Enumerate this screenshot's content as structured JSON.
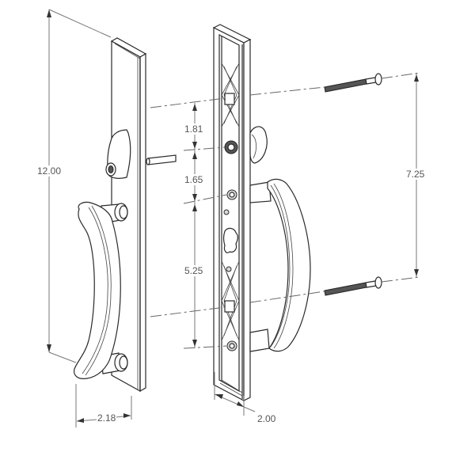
{
  "diagram": {
    "type": "technical-drawing",
    "subject": "exploded isometric view of door handle set (exterior handle plate with keyed lock, interior plate with thumb turn, and mounting screws)",
    "colors": {
      "line": "#2a2a2a",
      "dimension": "#777777",
      "label_text": "#555555",
      "background": "#ffffff"
    },
    "components": [
      {
        "id": "exterior-plate",
        "label": "exterior escutcheon plate"
      },
      {
        "id": "key-cylinder",
        "label": "keyed lock cylinder"
      },
      {
        "id": "exterior-handle",
        "label": "exterior curved pull handle"
      },
      {
        "id": "spindle",
        "label": "tailpiece spindle"
      },
      {
        "id": "interior-plate",
        "label": "interior mounting plate"
      },
      {
        "id": "thumb-turn",
        "label": "thumb turn knob"
      },
      {
        "id": "interior-handle",
        "label": "interior curved pull handle"
      },
      {
        "id": "screw-top",
        "label": "upper mounting screw"
      },
      {
        "id": "screw-bottom",
        "label": "lower mounting screw"
      }
    ],
    "dimensions": {
      "overall_height": "12.00",
      "top_screw_to_cylinder": "1.81",
      "cylinder_to_handle_post": "1.65",
      "handle_post_spacing": "5.25",
      "screw_spacing": "7.25",
      "exterior_width": "2.18",
      "interior_width": "2.00"
    }
  }
}
